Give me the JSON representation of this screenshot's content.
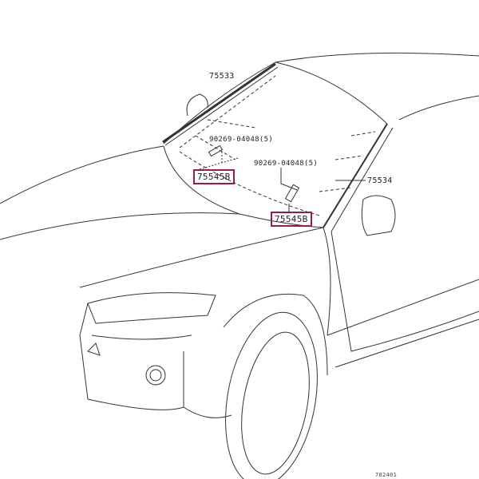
{
  "labels": {
    "part_75533": "75533",
    "part_75534": "75534",
    "bolt_1": "90269-04048(5)",
    "bolt_2": "90269-04048(5)",
    "clip_1": "75545B",
    "clip_2": "75545B",
    "figure_id": "782401"
  },
  "colors": {
    "highlight": "#9c1b44",
    "line": "#333333"
  }
}
